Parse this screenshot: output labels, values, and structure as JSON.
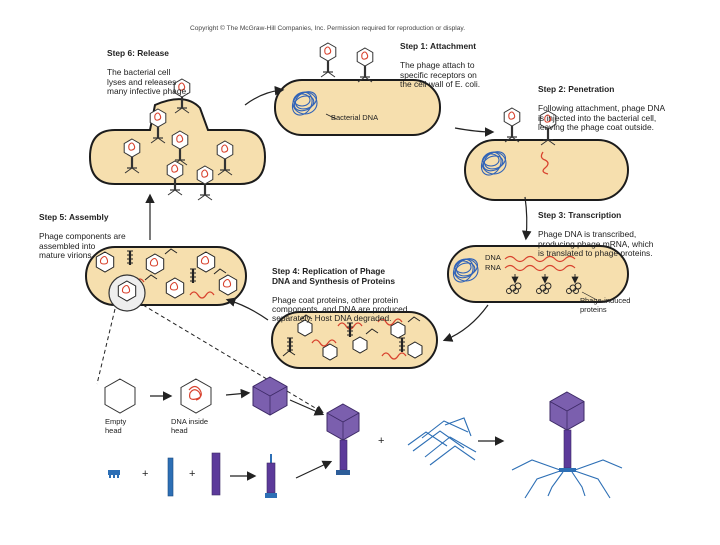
{
  "copyright": "Copyright © The McGraw-Hill Companies, Inc. Permission required for reproduction or display.",
  "steps": {
    "step1": {
      "title": "Step 1: Attachment",
      "text": "The phage attach to\nspecific receptors on\nthe cell wall of E. coli."
    },
    "step2": {
      "title": "Step 2: Penetration",
      "text": "Following attachment, phage DNA\nis injected into the bacterial cell,\nleaving the phage coat outside."
    },
    "step3": {
      "title": "Step 3: Transcription",
      "text": "Phage DNA is transcribed,\nproducing phage mRNA, which\nis translated to phage proteins."
    },
    "step4": {
      "title": "Step 4: Replication of Phage\nDNA and Synthesis of Proteins",
      "text": "Phage coat proteins, other protein\ncomponents, and DNA are produced\nseparately. Host DNA degraded."
    },
    "step5": {
      "title": "Step 5: Assembly",
      "text": "Phage components are\nassembled into\nmature virions."
    },
    "step6": {
      "title": "Step 6: Release",
      "text": "The bacterial cell\nlyses and releases\nmany infective phage."
    }
  },
  "labels": {
    "bacterial_dna": "Bacterial DNA",
    "dna": "DNA",
    "rna": "RNA",
    "phage_proteins": "Phage-induced\nproteins",
    "empty_head": "Empty\nhead",
    "dna_inside_head": "DNA inside\nhead",
    "plus": "+"
  },
  "colors": {
    "cell_fill": "#f6dfae",
    "cell_stroke": "#1c1c1c",
    "dna_blue": "#2f62b8",
    "rna_red": "#d8422e",
    "capsid_purple": "#7b5fae",
    "tail_purple": "#5c3a9a",
    "fiber_blue": "#2d6fb5",
    "arrow": "#222222"
  }
}
